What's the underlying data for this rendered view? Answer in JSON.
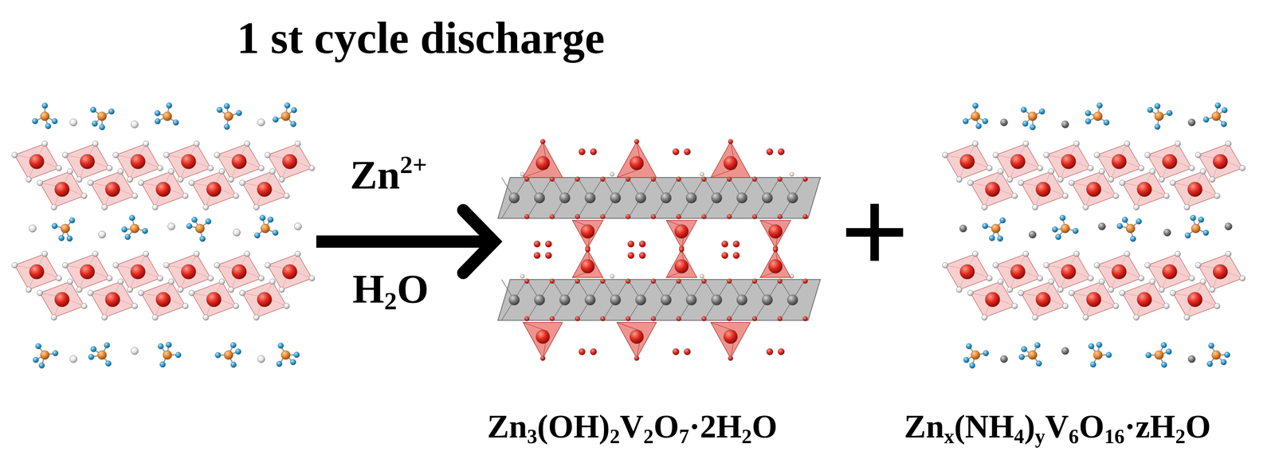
{
  "diagram": {
    "title": "1 st cycle discharge",
    "labels": [
      "Zn2+",
      "H2O",
      "+",
      "Zn3(OH)2V2O7·2H2O",
      "Znx(NH4)yV6O16·zH2O"
    ]
  }
}
